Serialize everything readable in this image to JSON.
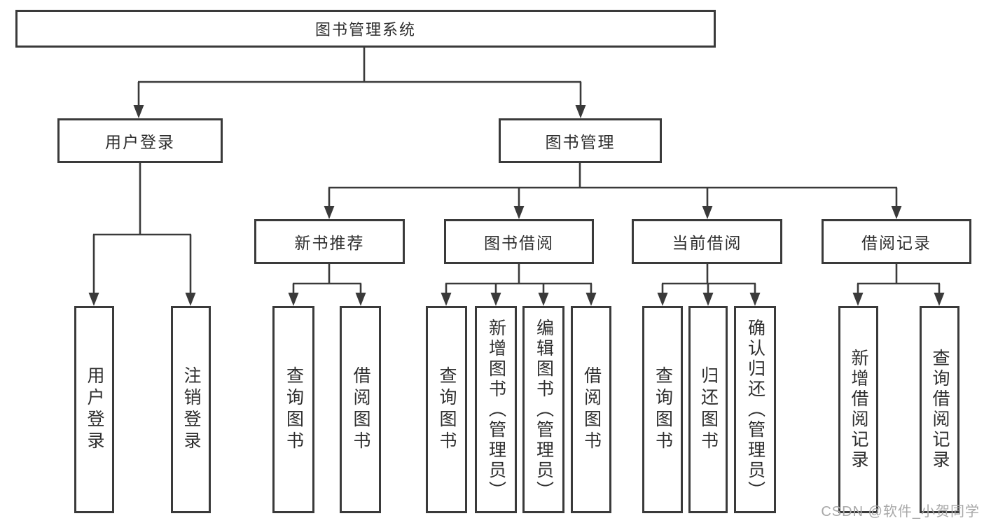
{
  "diagram_title": "图书管理系统",
  "colors": {
    "line": "#3a3a3a",
    "text": "#2e2e2e",
    "watermark_text": "#a8a8a8",
    "background": "#ffffff"
  },
  "tree": {
    "label": "图书管理系统",
    "children": [
      {
        "label": "用户登录",
        "children": [
          {
            "label": "用户登录"
          },
          {
            "label": "注销登录"
          }
        ]
      },
      {
        "label": "图书管理",
        "children": [
          {
            "label": "新书推荐",
            "children": [
              {
                "label": "查询图书"
              },
              {
                "label": "借阅图书"
              }
            ]
          },
          {
            "label": "图书借阅",
            "children": [
              {
                "label": "查询图书"
              },
              {
                "label": "新增图书（管理员）"
              },
              {
                "label": "编辑图书（管理员）"
              },
              {
                "label": "借阅图书"
              }
            ]
          },
          {
            "label": "当前借阅",
            "children": [
              {
                "label": "查询图书"
              },
              {
                "label": "归还图书"
              },
              {
                "label": "确认归还（管理员）"
              }
            ]
          },
          {
            "label": "借阅记录",
            "children": [
              {
                "label": "新增借阅记录"
              },
              {
                "label": "查询借阅记录"
              }
            ]
          }
        ]
      }
    ]
  },
  "watermark": "CSDN @软件_小贺同学"
}
